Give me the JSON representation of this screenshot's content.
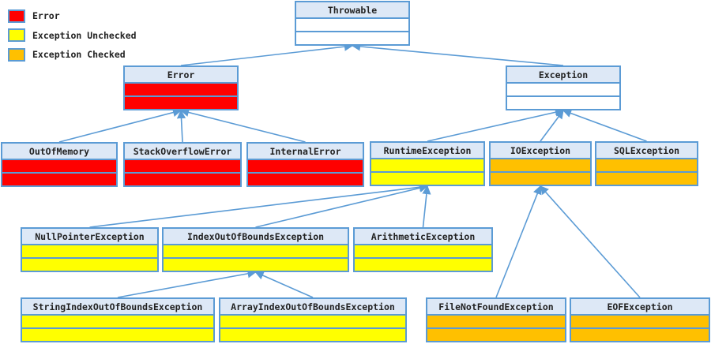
{
  "legend": [
    {
      "label": "Error",
      "color": "#ff0000"
    },
    {
      "label": "Exception Unchecked",
      "color": "#ffff00"
    },
    {
      "label": "Exception Checked",
      "color": "#ffc000"
    }
  ],
  "classes": {
    "throwable": "Throwable",
    "error": "Error",
    "exception": "Exception",
    "out_of_memory": "OutOfMemory",
    "stack_overflow_error": "StackOverflowError",
    "internal_error": "InternalError",
    "runtime_exception": "RuntimeException",
    "io_exception": "IOException",
    "sql_exception": "SQLException",
    "null_pointer_exception": "NullPointerException",
    "index_out_of_bounds_exception": "IndexOutOfBoundsException",
    "arithmetic_exception": "ArithmeticException",
    "string_index_out_of_bounds_exception": "StringIndexOutOfBoundsException",
    "array_index_out_of_bounds_exception": "ArrayIndexOutOfBoundsException",
    "file_not_found_exception": "FileNotFoundException",
    "eof_exception": "EOFException"
  },
  "colors": {
    "neutral": "#ffffff",
    "error": "#ff0000",
    "unchecked": "#ffff00",
    "checked": "#ffc000",
    "border": "#5b9bd5",
    "header": "#dde8f6"
  },
  "inheritance": [
    [
      "error",
      "throwable"
    ],
    [
      "exception",
      "throwable"
    ],
    [
      "out_of_memory",
      "error"
    ],
    [
      "stack_overflow_error",
      "error"
    ],
    [
      "internal_error",
      "error"
    ],
    [
      "runtime_exception",
      "exception"
    ],
    [
      "io_exception",
      "exception"
    ],
    [
      "sql_exception",
      "exception"
    ],
    [
      "null_pointer_exception",
      "runtime_exception"
    ],
    [
      "index_out_of_bounds_exception",
      "runtime_exception"
    ],
    [
      "arithmetic_exception",
      "runtime_exception"
    ],
    [
      "string_index_out_of_bounds_exception",
      "index_out_of_bounds_exception"
    ],
    [
      "array_index_out_of_bounds_exception",
      "index_out_of_bounds_exception"
    ],
    [
      "file_not_found_exception",
      "io_exception"
    ],
    [
      "eof_exception",
      "io_exception"
    ]
  ]
}
